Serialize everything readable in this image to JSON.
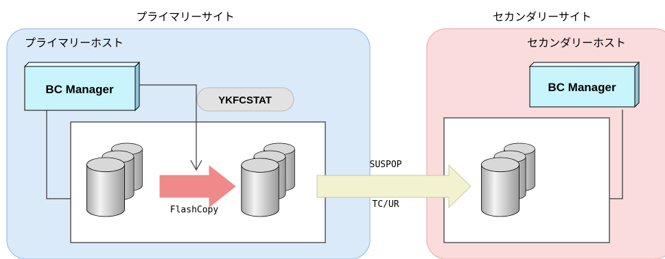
{
  "primary_site": {
    "title": "プライマリーサイト",
    "host_title": "プライマリーホスト",
    "manager_label": "BC Manager"
  },
  "secondary_site": {
    "title": "セカンダリーサイト",
    "host_title": "セカンダリーホスト",
    "manager_label": "BC Manager"
  },
  "command_label": "YKFCSTAT",
  "flashcopy_label": "FlashCopy",
  "remote_copy": {
    "operation": "SUSPOP",
    "type": "TC/UR"
  },
  "colors": {
    "primary_bg": "#dbeaf9",
    "primary_border": "#aac8e8",
    "secondary_bg": "#fbdcdc",
    "secondary_border": "#f0b8b8",
    "manager_fill": "#c8f4fb",
    "flashcopy_arrow": "#f08a8a",
    "remote_arrow": "#f2f2d0",
    "command_pill": "#e2e2e2"
  }
}
